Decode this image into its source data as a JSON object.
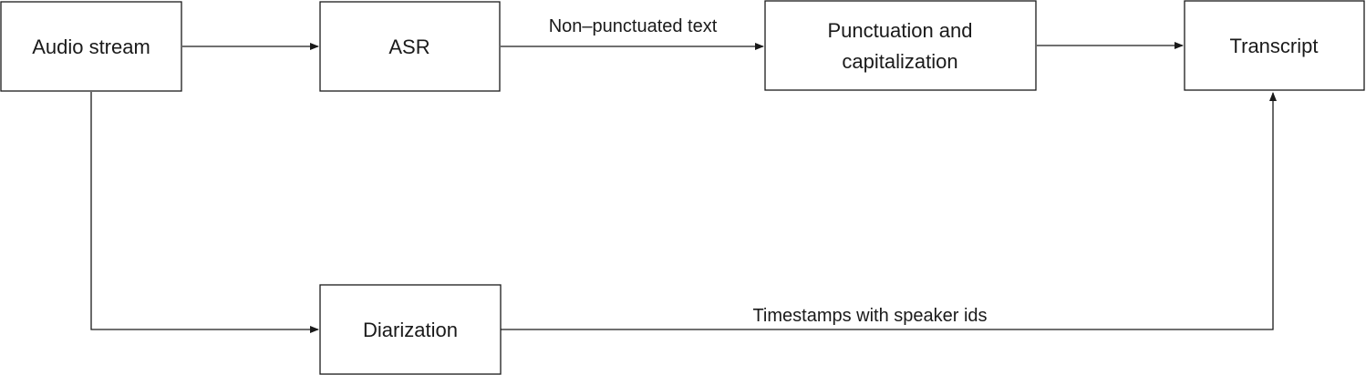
{
  "nodes": {
    "audio_stream": "Audio stream",
    "asr": "ASR",
    "punctuation": [
      "Punctuation and",
      "capitalization"
    ],
    "transcript": "Transcript",
    "diarization": "Diarization"
  },
  "edges": {
    "asr_to_punctuation": "Non–punctuated text",
    "diarization_to_transcript": "Timestamps with speaker ids"
  }
}
